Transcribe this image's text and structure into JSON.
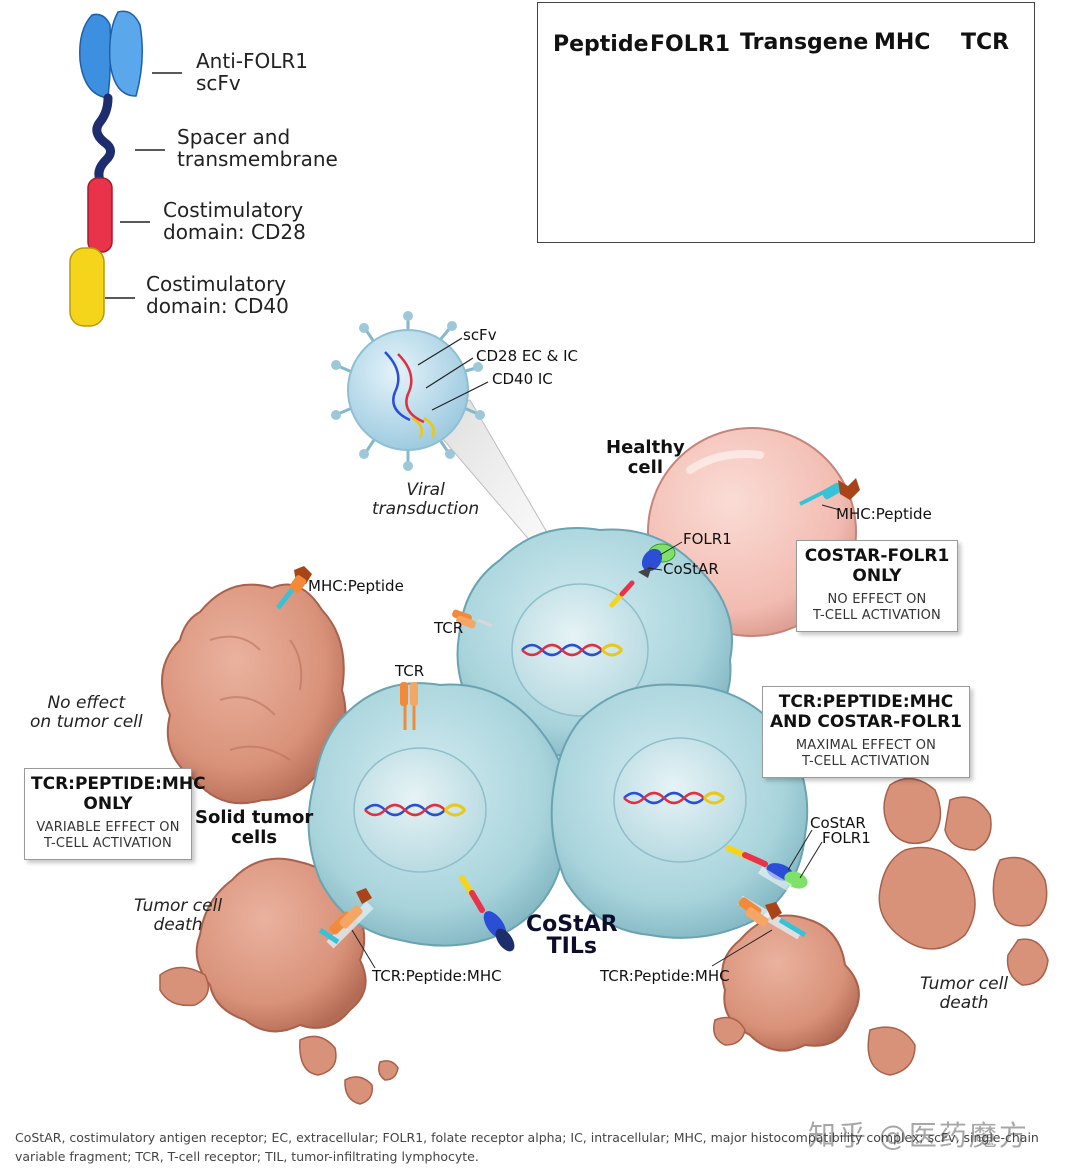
{
  "receptor_legend": {
    "scfv": "Anti-FOLR1\nscFv",
    "spacer": "Spacer and\ntransmembrane",
    "cd28": "Costimulatory\ndomain: CD28",
    "cd40": "Costimulatory\ndomain: CD40"
  },
  "key_box": {
    "peptide": "Peptide",
    "folr1": "FOLR1",
    "transgene": "Transgene",
    "mhc": "MHC",
    "tcr": "TCR"
  },
  "virus": {
    "scfv": "scFv",
    "cd28": "CD28 EC & IC",
    "cd40": "CD40 IC",
    "transduction": "Viral\ntransduction"
  },
  "labels": {
    "healthy_cell": "Healthy\ncell",
    "mhc_peptide_1": "MHC:Peptide",
    "mhc_peptide_2": "MHC:Peptide",
    "folr1_1": "FOLR1",
    "costar_1": "CoStAR",
    "tcr_1": "TCR",
    "tcr_2": "TCR",
    "no_effect": "No effect\non tumor cell",
    "solid_tumor": "Solid tumor\ncells",
    "tumor_death_1": "Tumor cell\ndeath",
    "tumor_death_2": "Tumor cell\ndeath",
    "costar_tils": "CoStAR\nTILs",
    "tcr_pmhc_1": "TCR:Peptide:MHC",
    "tcr_pmhc_2": "TCR:Peptide:MHC",
    "costar_2": "CoStAR",
    "folr1_2": "FOLR1"
  },
  "boxes": {
    "costar_only": {
      "line1": "COSTAR-FOLR1",
      "line2": "ONLY",
      "sub": "NO EFFECT ON\nT-CELL ACTIVATION"
    },
    "tcr_and": {
      "line1": "TCR:PEPTIDE:MHC",
      "line2a": "AND",
      "line2b": " COSTAR-FOLR1",
      "sub": "MAXIMAL EFFECT ON\nT-CELL ACTIVATION"
    },
    "tcr_only": {
      "line1": "TCR:PEPTIDE:MHC",
      "line2": "ONLY",
      "sub": "VARIABLE EFFECT ON\nT-CELL ACTIVATION"
    }
  },
  "footer": "CoStAR, costimulatory antigen receptor; EC, extracellular; FOLR1, folate receptor alpha; IC, intracellular; MHC, major histocompatibility complex; scFv, single-chain variable fragment; TCR, T-cell receptor; TIL, tumor-infiltrating lymphocyte.",
  "watermark": "知乎 @医药魔方",
  "colors": {
    "tcell": "#a9d4dc",
    "tumor": "#d9927a",
    "healthy": "#f2bcb2",
    "scfv": "#3d8fe0",
    "cd28": "#e8334a",
    "cd40": "#f5d51c",
    "folr1": "#7fe06b",
    "mhc": "#38c2d8",
    "tcr": "#f28a3a",
    "peptide": "#a84418"
  }
}
